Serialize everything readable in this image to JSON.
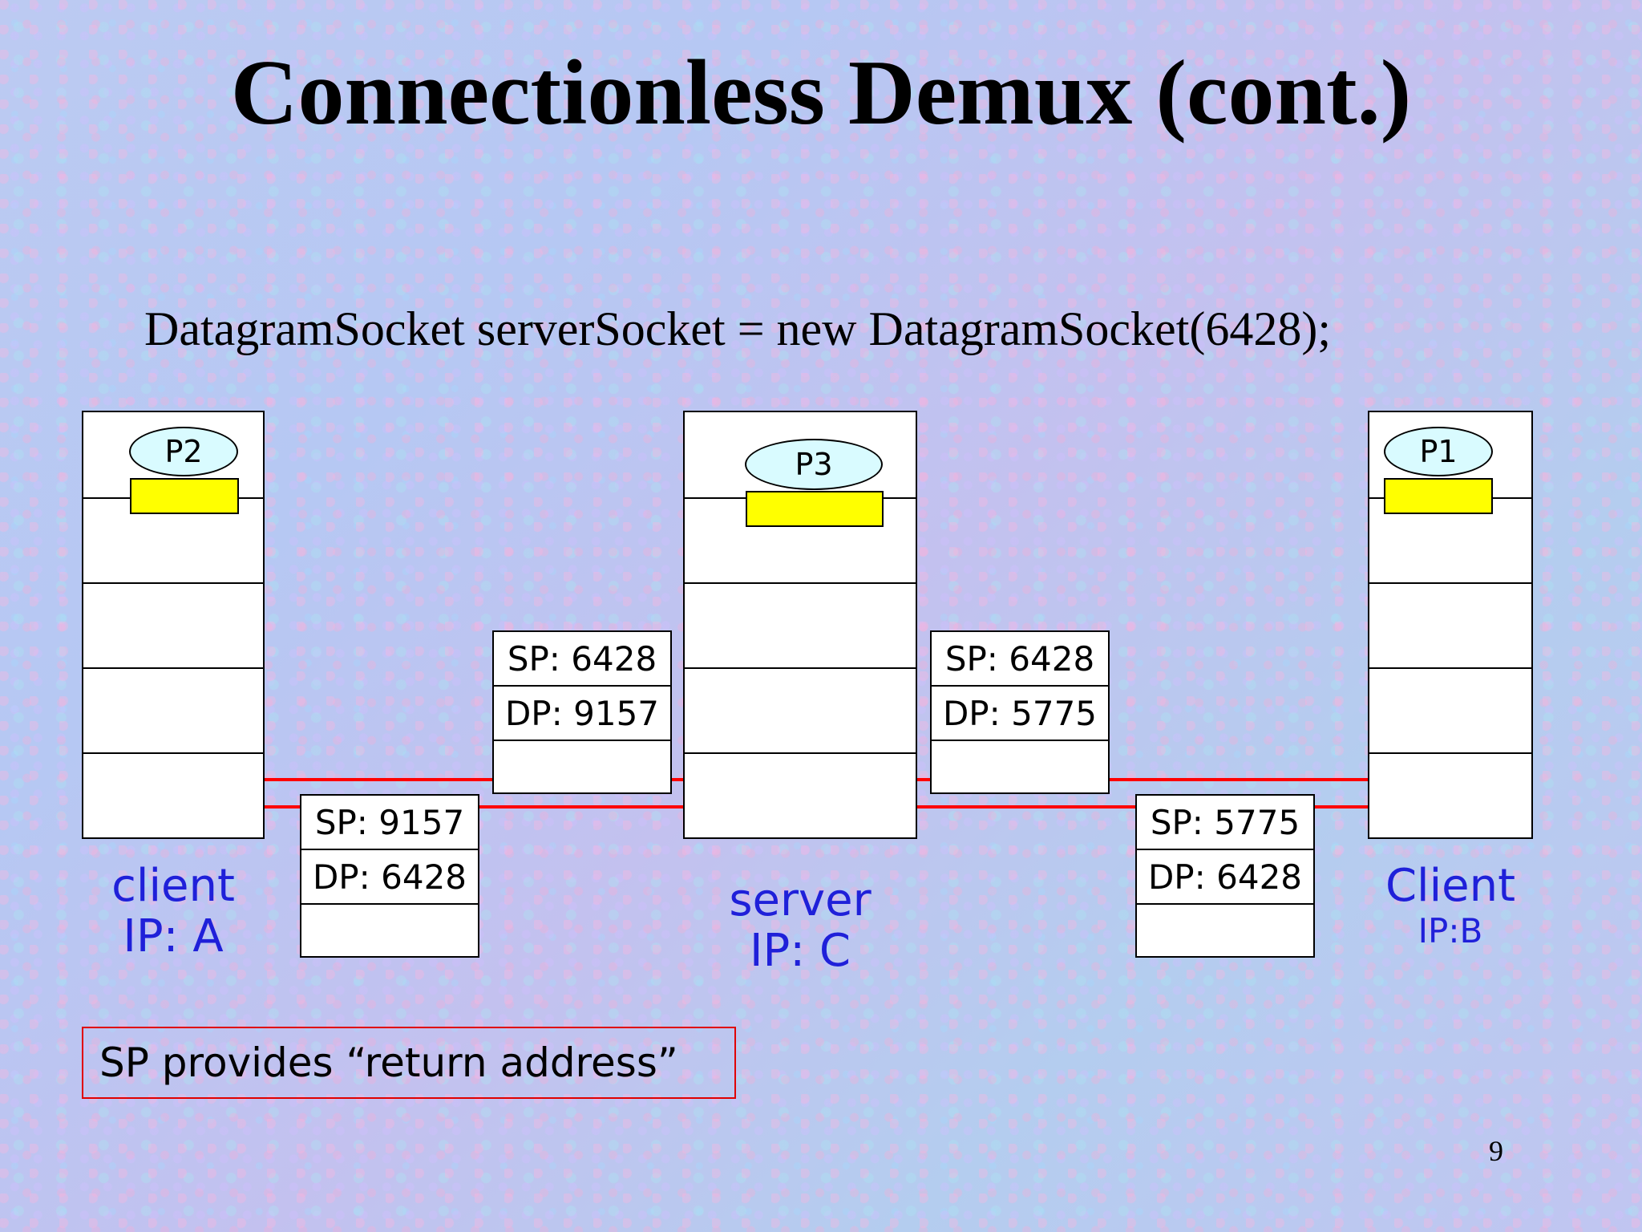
{
  "slide": {
    "title": "Connectionless Demux (cont.)",
    "code": "DatagramSocket serverSocket = new DatagramSocket(6428);",
    "note": "SP provides “return address”",
    "page_number": "9"
  },
  "hosts": {
    "client_a": {
      "process": "P2",
      "label_line1": "client",
      "label_line2": "IP: A"
    },
    "server": {
      "process": "P3",
      "label_line1": "server",
      "label_line2": "IP: C"
    },
    "client_b": {
      "process": "P1",
      "label_line1": "Client",
      "label_line2": "IP:B"
    }
  },
  "segments": {
    "server_to_a": {
      "sp": "SP: 6428",
      "dp": "DP: 9157"
    },
    "a_to_server": {
      "sp": "SP: 9157",
      "dp": "DP: 6428"
    },
    "server_to_b": {
      "sp": "SP: 6428",
      "dp": "DP: 5775"
    },
    "b_to_server": {
      "sp": "SP: 5775",
      "dp": "DP: 6428"
    }
  },
  "colors": {
    "path": "#ff0000",
    "socket": "#ffff00",
    "process": "#d9fbff",
    "host_label": "#1f20d9",
    "callout_border": "#e00000"
  },
  "icons": {
    "arrow": "arrow-up-icon"
  }
}
